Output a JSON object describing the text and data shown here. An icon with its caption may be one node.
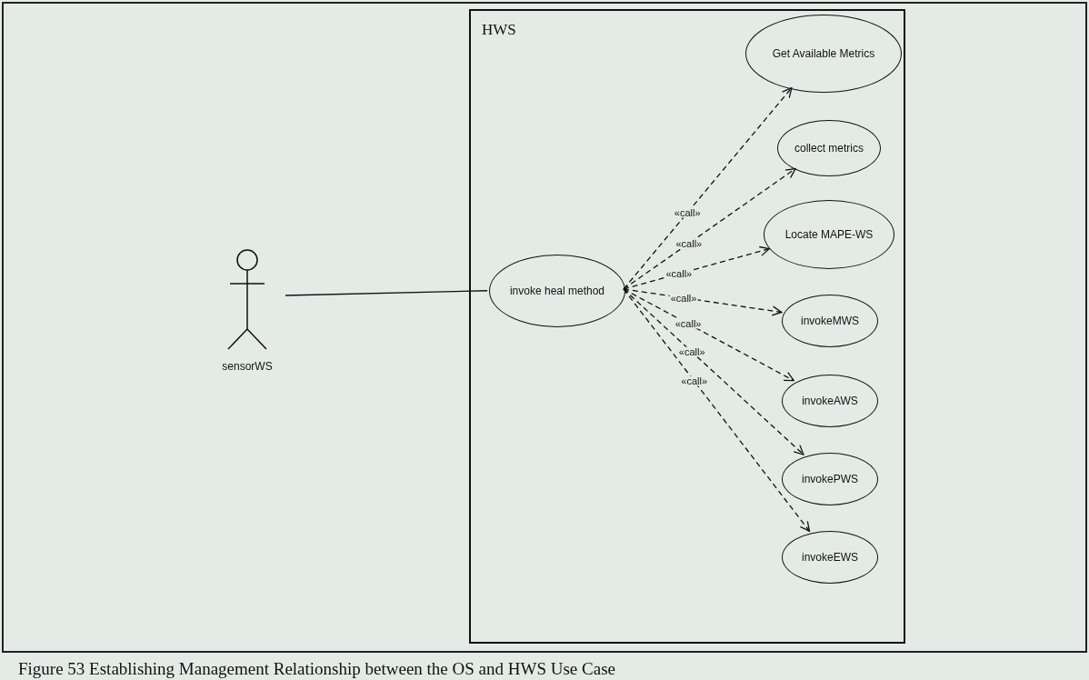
{
  "diagram": {
    "caption": "Figure 53 Establishing Management Relationship between the OS and HWS Use Case",
    "nodes": [
      {
        "text": [
          "HWS"
        ]
      },
      {
        "text": [
          "sensorWS"
        ]
      },
      {
        "text": [
          "invoke heal method"
        ],
        "in": 0
      },
      {
        "text": [
          "Get Available Metrics"
        ],
        "in": 0
      },
      {
        "text": [
          "collect metrics"
        ],
        "in": 0
      },
      {
        "text": [
          "Locate MAPE-WS"
        ],
        "in": 0
      },
      {
        "text": [
          "invokeMWS"
        ],
        "in": 0
      },
      {
        "text": [
          "invokeAWS"
        ],
        "in": 0
      },
      {
        "text": [
          "invokePWS"
        ],
        "in": 0
      },
      {
        "text": [
          "invokeEWS"
        ],
        "in": 0
      }
    ],
    "edges": [
      {
        "from": 1,
        "to": 2,
        "arrow": "none"
      },
      {
        "from": 2,
        "to": 3,
        "arrow": "to",
        "label": "«call»",
        "style": "dashed"
      },
      {
        "from": 2,
        "to": 4,
        "arrow": "to",
        "label": "«call»",
        "style": "dashed"
      },
      {
        "from": 2,
        "to": 5,
        "arrow": "to",
        "label": "«call»",
        "style": "dashed"
      },
      {
        "from": 2,
        "to": 6,
        "arrow": "to",
        "label": "«call»",
        "style": "dashed"
      },
      {
        "from": 2,
        "to": 7,
        "arrow": "to",
        "label": "«call»",
        "style": "dashed"
      },
      {
        "from": 2,
        "to": 8,
        "arrow": "to",
        "label": "«call»",
        "style": "dashed"
      },
      {
        "from": 2,
        "to": 9,
        "arrow": "to",
        "label": "«call»",
        "style": "dashed"
      }
    ]
  }
}
